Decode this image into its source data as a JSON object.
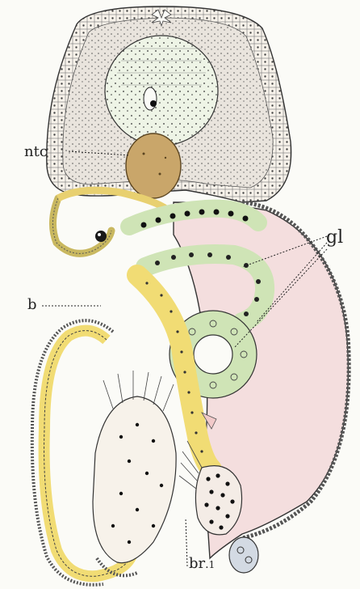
{
  "labels": {
    "ntc": "ntc",
    "gl": "gl",
    "b": "b",
    "br": "br",
    "br_sub": "1"
  },
  "colors": {
    "paper": "#fbfbf7",
    "ink": "#3a3a3a",
    "dotted_tissue": "#e2ddd6",
    "neural": "#eef4e6",
    "notochord": "#c9a66a",
    "yellow_epithelium": "#f1dc74",
    "green_gland": "#cfe4b6",
    "pink_cavity": "#f4dede",
    "blue_gray": "#d3dae3",
    "black_dot": "#1a1a1a"
  }
}
